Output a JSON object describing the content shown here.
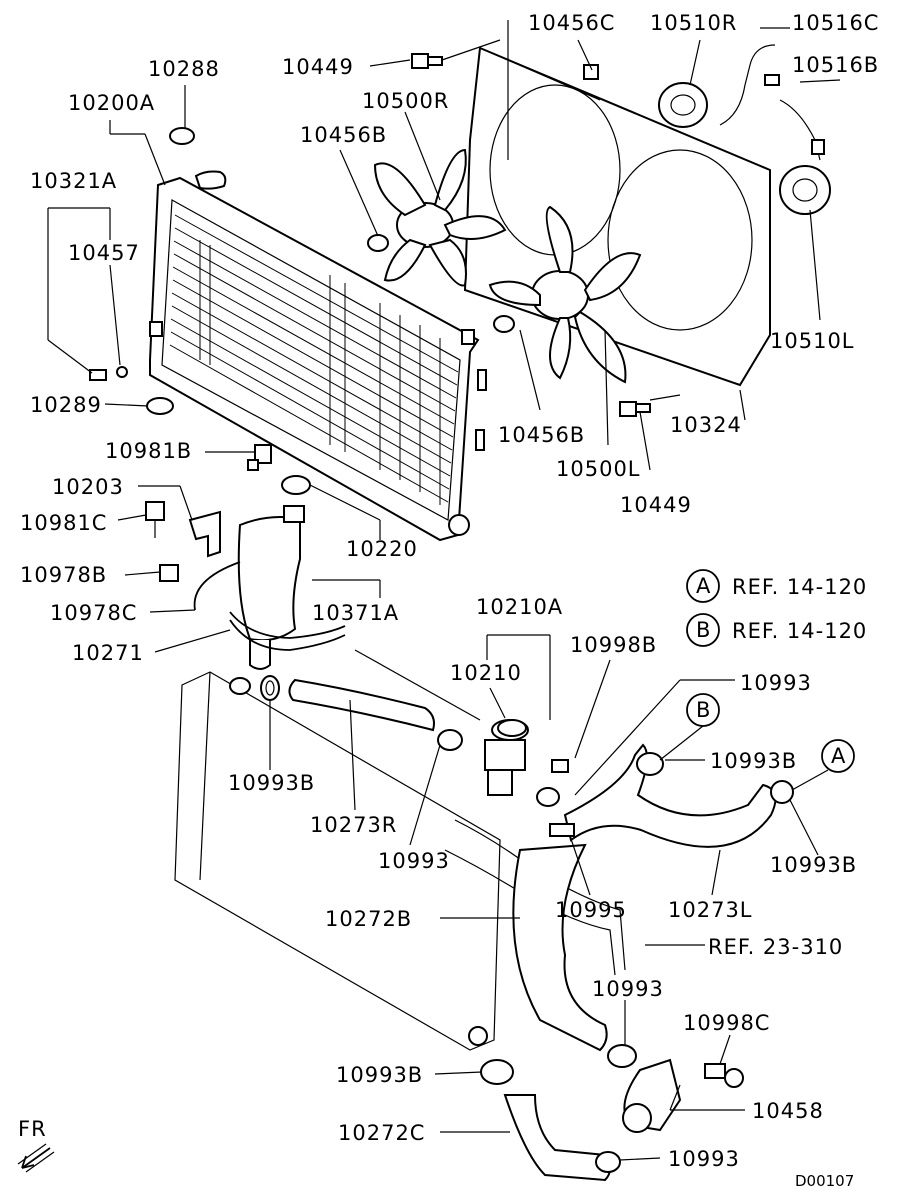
{
  "diagram": {
    "code": "D00107",
    "direction": "FR",
    "callouts": [
      {
        "id": "c1",
        "text": "10449"
      },
      {
        "id": "c2",
        "text": "10456C"
      },
      {
        "id": "c3",
        "text": "10510R"
      },
      {
        "id": "c4",
        "text": "10516C"
      },
      {
        "id": "c5",
        "text": "10516B"
      },
      {
        "id": "c6",
        "text": "10288"
      },
      {
        "id": "c7",
        "text": "10200A"
      },
      {
        "id": "c8",
        "text": "10500R"
      },
      {
        "id": "c9",
        "text": "10456B"
      },
      {
        "id": "c10",
        "text": "10321A"
      },
      {
        "id": "c11",
        "text": "10457"
      },
      {
        "id": "c12",
        "text": "10289"
      },
      {
        "id": "c13",
        "text": "10510L"
      },
      {
        "id": "c14",
        "text": "10456B"
      },
      {
        "id": "c15",
        "text": "10324"
      },
      {
        "id": "c16",
        "text": "10500L"
      },
      {
        "id": "c17",
        "text": "10449"
      },
      {
        "id": "c18",
        "text": "10981B"
      },
      {
        "id": "c19",
        "text": "10203"
      },
      {
        "id": "c20",
        "text": "10981C"
      },
      {
        "id": "c21",
        "text": "10220"
      },
      {
        "id": "c22",
        "text": "10978B"
      },
      {
        "id": "c23",
        "text": "10371A"
      },
      {
        "id": "c24",
        "text": "10978C"
      },
      {
        "id": "c25",
        "text": "10271"
      },
      {
        "id": "c26",
        "text": "10210A"
      },
      {
        "id": "c27",
        "text": "10998B"
      },
      {
        "id": "c28",
        "text": "10210"
      },
      {
        "id": "c29",
        "text": "10993"
      },
      {
        "id": "c30",
        "text": "10993B"
      },
      {
        "id": "c31",
        "text": "10993B"
      },
      {
        "id": "c32",
        "text": "10273R"
      },
      {
        "id": "c33",
        "text": "10993"
      },
      {
        "id": "c34",
        "text": "10993B"
      },
      {
        "id": "c35",
        "text": "10995"
      },
      {
        "id": "c36",
        "text": "10273L"
      },
      {
        "id": "c37",
        "text": "10272B"
      },
      {
        "id": "c38",
        "text": "REF. 23-310"
      },
      {
        "id": "c39",
        "text": "10993"
      },
      {
        "id": "c40",
        "text": "10998C"
      },
      {
        "id": "c41",
        "text": "10993B"
      },
      {
        "id": "c42",
        "text": "10458"
      },
      {
        "id": "c43",
        "text": "10272C"
      },
      {
        "id": "c44",
        "text": "10993"
      }
    ],
    "references": [
      {
        "marker": "A",
        "text": "REF. 14-120"
      },
      {
        "marker": "B",
        "text": "REF. 14-120"
      }
    ],
    "markers": {
      "a_near_hose": "A",
      "b_near_hose": "B"
    }
  }
}
